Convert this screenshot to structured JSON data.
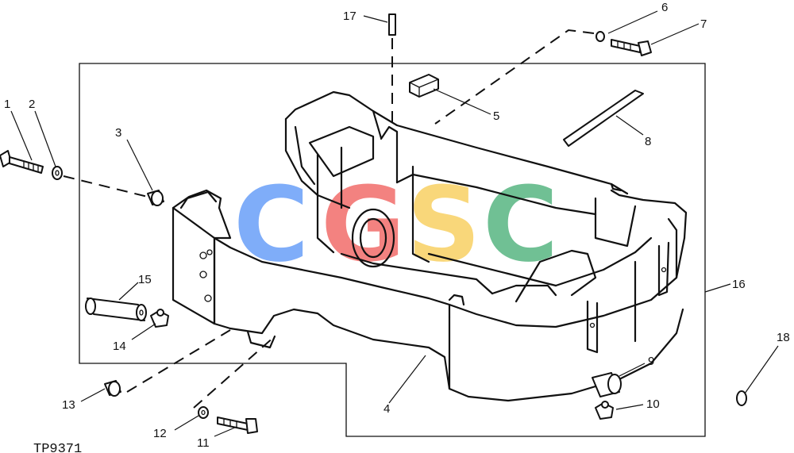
{
  "figure_id": "TP9371",
  "callouts": [
    {
      "id": "1",
      "label": "1"
    },
    {
      "id": "2",
      "label": "2"
    },
    {
      "id": "3",
      "label": "3"
    },
    {
      "id": "4",
      "label": "4"
    },
    {
      "id": "5",
      "label": "5"
    },
    {
      "id": "6",
      "label": "6"
    },
    {
      "id": "7",
      "label": "7"
    },
    {
      "id": "8",
      "label": "8"
    },
    {
      "id": "9",
      "label": "9"
    },
    {
      "id": "10",
      "label": "10"
    },
    {
      "id": "11",
      "label": "11"
    },
    {
      "id": "12",
      "label": "12"
    },
    {
      "id": "13",
      "label": "13"
    },
    {
      "id": "14",
      "label": "14"
    },
    {
      "id": "15",
      "label": "15"
    },
    {
      "id": "16",
      "label": "16"
    },
    {
      "id": "17",
      "label": "17"
    },
    {
      "id": "18",
      "label": "18"
    }
  ],
  "watermark": {
    "letters": [
      "C",
      "G",
      "S",
      "C"
    ],
    "colors": [
      "#4f8ef7",
      "#ef5350",
      "#f7c948",
      "#3aa96b"
    ]
  }
}
